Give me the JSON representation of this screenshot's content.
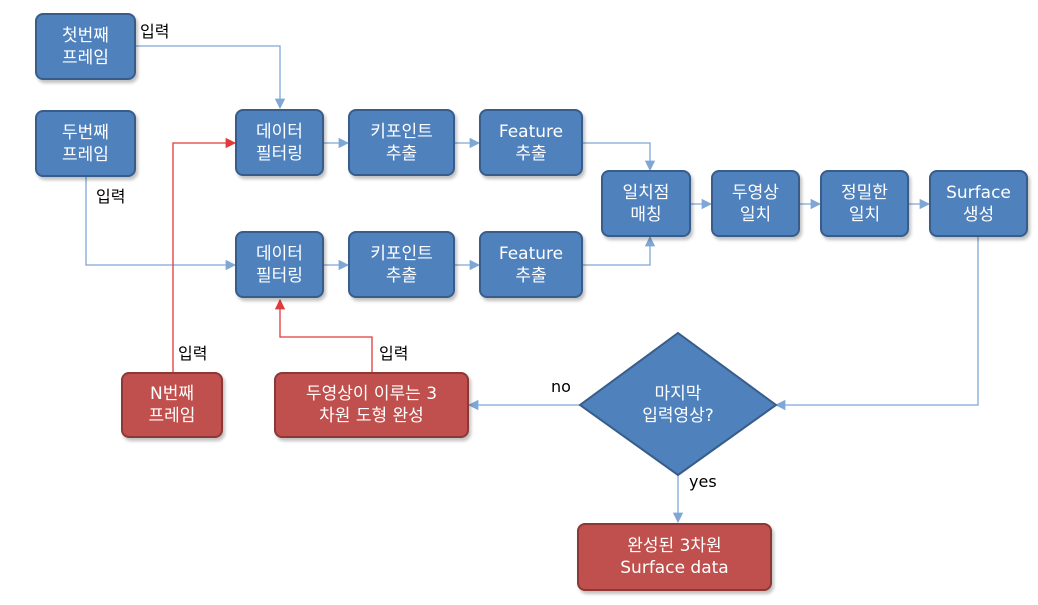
{
  "colors": {
    "process": "#4f81bd",
    "terminal": "#c0504d",
    "connector_blue": "#7fa7d6",
    "connector_red": "#e03a3a"
  },
  "nodes": {
    "frame1": "첫번째\n프레임",
    "frame2": "두번째\n프레임",
    "filter_top": "데이터\n필터링",
    "keypoint_top": "키포인트\n추출",
    "feature_top": "Feature\n추출",
    "filter_bottom": "데이터\n필터링",
    "keypoint_bottom": "키포인트\n추출",
    "feature_bottom": "Feature\n추출",
    "match": "일치점\n매칭",
    "align": "두영상\n일치",
    "fine_align": "정밀한\n일치",
    "surface": "Surface\n생성",
    "decision": "마지막\n입력영상?",
    "frame_n": "N번째\n프레임",
    "model_3d": "두영상이 이루는 3\n차원 도형 완성",
    "result": "완성된 3차원\nSurface data"
  },
  "labels": {
    "input_1": "입력",
    "input_2": "입력",
    "input_n": "입력",
    "input_model": "입력",
    "no": "no",
    "yes": "yes"
  }
}
